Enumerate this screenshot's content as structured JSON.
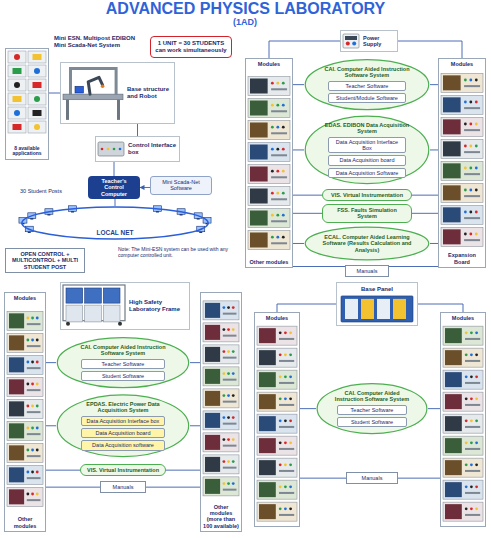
{
  "diagram": {
    "title": "ADVANCED PHYSICS LABORATORY",
    "nodes": [
      {
        "text": [
          "1 UNIT = 30 STUDENTS can work simultaneously"
        ]
      },
      {
        "text": [
          "8 available applications"
        ]
      },
      {
        "text": [
          "Base structure and Robot"
        ]
      },
      {
        "text": [
          "Control Interface box"
        ]
      },
      {
        "text": [
          "Teacher's Control Computer"
        ]
      },
      {
        "text": [
          "Mini Scada-Net Software"
        ]
      },
      {
        "text": [
          "LOCAL NET"
        ]
      },
      {
        "text": [
          "OPEN CONTROL + MULTICONTROL + MULTI STUDENT POST"
        ]
      },
      {
        "text": [
          "Modules",
          "Other modules"
        ]
      },
      {
        "text": [
          "Power Supply"
        ]
      },
      {
        "text": [
          "Modules",
          "Expansion Board"
        ]
      },
      {
        "text": [
          "CAI. Computer Aided Instruction Software System"
        ]
      },
      {
        "text": [
          "Teacher Software"
        ],
        "in": 11
      },
      {
        "text": [
          "Student/Module Software"
        ],
        "in": 11
      },
      {
        "text": [
          "EDAS. EDIBON Data Acquisition System"
        ]
      },
      {
        "text": [
          "Data Acquisition Interface Box"
        ],
        "in": 14
      },
      {
        "text": [
          "Data Acquisition board"
        ],
        "in": 14
      },
      {
        "text": [
          "Data Acquisition Software"
        ],
        "in": 14
      },
      {
        "text": [
          "VIS. Virtual Instrumentation"
        ]
      },
      {
        "text": [
          "FSS. Faults Simulation System"
        ]
      },
      {
        "text": [
          "ECAL. Computer Aided Learning Software (Results Calculation and Analysis)"
        ]
      },
      {
        "text": [
          "Manuals"
        ]
      },
      {
        "text": [
          "Modules",
          "Other modules"
        ]
      },
      {
        "text": [
          "High Safety Laboratory Frame"
        ]
      },
      {
        "text": [
          "Other modules (more than 100 available)"
        ]
      },
      {
        "text": [
          "CAI. Computer Aided Instruction Software System"
        ]
      },
      {
        "text": [
          "Teacher Software"
        ],
        "in": 25
      },
      {
        "text": [
          "Student Software"
        ],
        "in": 25
      },
      {
        "text": [
          "EPDAS. Electric Power Data Acquisition System"
        ]
      },
      {
        "text": [
          "Data Acquisition Interface box"
        ],
        "in": 28
      },
      {
        "text": [
          "Data Acquisition board"
        ],
        "in": 28
      },
      {
        "text": [
          "Data Acquisition software"
        ],
        "in": 28
      },
      {
        "text": [
          "VIS. Virtual Instrumentation"
        ]
      },
      {
        "text": [
          "Manuals"
        ]
      },
      {
        "text": [
          "Modules"
        ]
      },
      {
        "text": [
          "Base Panel"
        ]
      },
      {
        "text": [
          "Modules"
        ]
      },
      {
        "text": [
          "CAI. Computer Aided Instruction Software System"
        ]
      },
      {
        "text": [
          "Teacher Software"
        ],
        "in": 37
      },
      {
        "text": [
          "Student Software"
        ],
        "in": 37
      },
      {
        "text": [
          "Manuals"
        ]
      }
    ],
    "edges": [
      {
        "from": 1,
        "to": 2,
        "arrow": "none"
      },
      {
        "from": 2,
        "to": 3,
        "arrow": "none"
      },
      {
        "from": 3,
        "to": 4,
        "arrow": "none"
      },
      {
        "from": 5,
        "to": 4,
        "arrow": "to"
      },
      {
        "from": 4,
        "to": 6,
        "arrow": "none"
      },
      {
        "from": 9,
        "to": 8,
        "arrow": "none"
      },
      {
        "from": 9,
        "to": 10,
        "arrow": "none"
      },
      {
        "from": 8,
        "to": 11,
        "arrow": "none"
      },
      {
        "from": 8,
        "to": 14,
        "arrow": "none"
      },
      {
        "from": 8,
        "to": 18,
        "arrow": "none"
      },
      {
        "from": 8,
        "to": 19,
        "arrow": "none"
      },
      {
        "from": 8,
        "to": 20,
        "arrow": "none"
      },
      {
        "from": 8,
        "to": 21,
        "arrow": "none"
      },
      {
        "from": 10,
        "to": 11,
        "arrow": "none"
      },
      {
        "from": 10,
        "to": 14,
        "arrow": "none"
      },
      {
        "from": 10,
        "to": 18,
        "arrow": "none"
      },
      {
        "from": 10,
        "to": 19,
        "arrow": "none"
      },
      {
        "from": 10,
        "to": 20,
        "arrow": "none"
      },
      {
        "from": 10,
        "to": 21,
        "arrow": "none"
      },
      {
        "from": 22,
        "to": 25,
        "arrow": "none"
      },
      {
        "from": 22,
        "to": 28,
        "arrow": "none"
      },
      {
        "from": 22,
        "to": 32,
        "arrow": "none"
      },
      {
        "from": 22,
        "to": 33,
        "arrow": "none"
      },
      {
        "from": 24,
        "to": 25,
        "arrow": "none"
      },
      {
        "from": 24,
        "to": 28,
        "arrow": "none"
      },
      {
        "from": 24,
        "to": 32,
        "arrow": "none"
      },
      {
        "from": 24,
        "to": 33,
        "arrow": "none"
      },
      {
        "from": 35,
        "to": 34,
        "arrow": "none"
      },
      {
        "from": 35,
        "to": 36,
        "arrow": "none"
      },
      {
        "from": 34,
        "to": 37,
        "arrow": "none"
      },
      {
        "from": 34,
        "to": 40,
        "arrow": "none"
      },
      {
        "from": 36,
        "to": 37,
        "arrow": "none"
      },
      {
        "from": 36,
        "to": 40,
        "arrow": "none"
      }
    ],
    "labels": [
      "(1AD)",
      "Mini ESN. Multipost EDIBON Mini Scada-Net System",
      "30 Student Posts",
      "Note: The Mini-ESN system can be used with any computer controlled unit."
    ]
  }
}
